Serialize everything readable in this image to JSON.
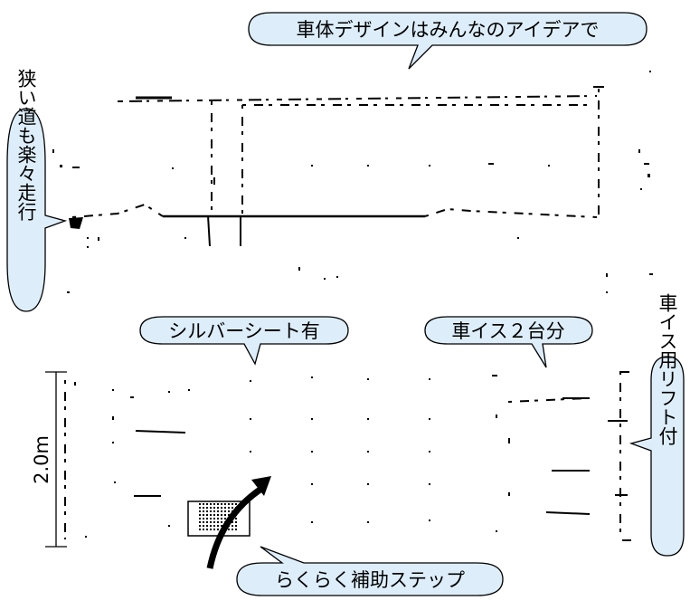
{
  "callouts": {
    "design": "車体デザインはみんなのアイデアで",
    "narrow_road": "狭い道も楽々走行",
    "silver_seat": "シルバーシート有",
    "wheelchair_two": "車イス２台分",
    "wheelchair_lift": "車イス用リフト付",
    "step": "らくらく補助ステップ"
  },
  "dimension": {
    "width_label": "2.0m"
  },
  "colors": {
    "bubble_fill": "#ddeefa",
    "ink": "#000000"
  }
}
